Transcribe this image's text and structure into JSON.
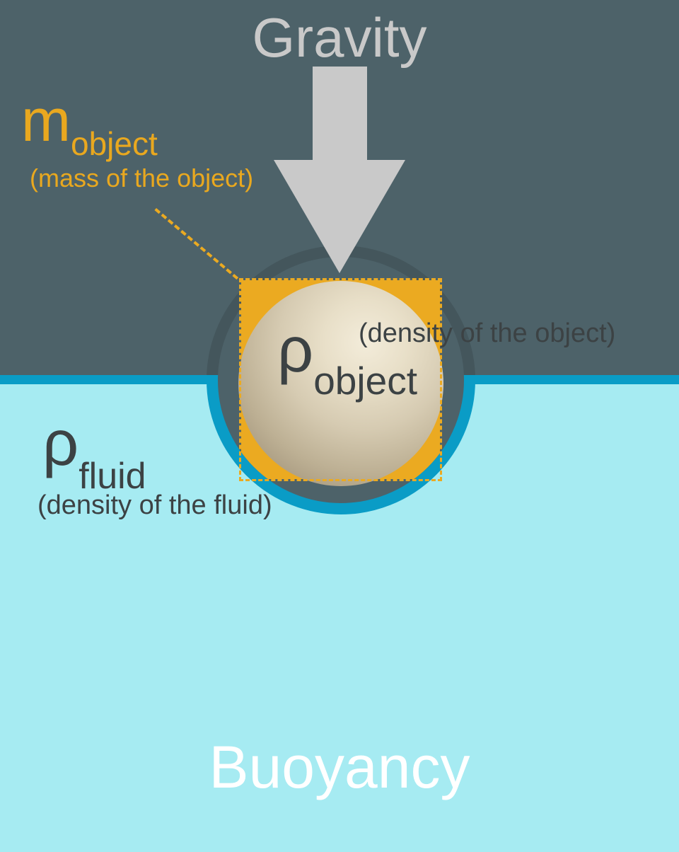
{
  "diagram": {
    "title_top": "Gravity",
    "title_bottom": "Buoyancy",
    "mass_label": {
      "symbol": "m",
      "subscript": "object",
      "caption": "(mass of the object)"
    },
    "density_object_label": {
      "symbol": "ρ",
      "subscript": "object",
      "caption": "(density of the object)"
    },
    "density_fluid_label": {
      "symbol": "ρ",
      "subscript": "fluid",
      "caption": "(density of the fluid)"
    },
    "icons": {
      "gravity_arrow": "arrow-down",
      "buoyancy_arrow": "arrow-up"
    },
    "colors": {
      "sky_background": "#4d6269",
      "fluid": "#a6ebf2",
      "water_surface_line": "#0a9cc6",
      "object_square": "#ebaa21",
      "mass_text": "#e9a81f",
      "gravity_text": "#c9c9c9",
      "gravity_arrow": "#c9c9c9",
      "buoyancy_arrow_top": "#a4e5ee",
      "buoyancy_arrow_bottom": "#36acd0",
      "dark_text": "#3c4244",
      "buoyancy_text": "#ffffff",
      "sphere_light": "#f3ecda",
      "sphere_dark": "#8f8268"
    }
  }
}
